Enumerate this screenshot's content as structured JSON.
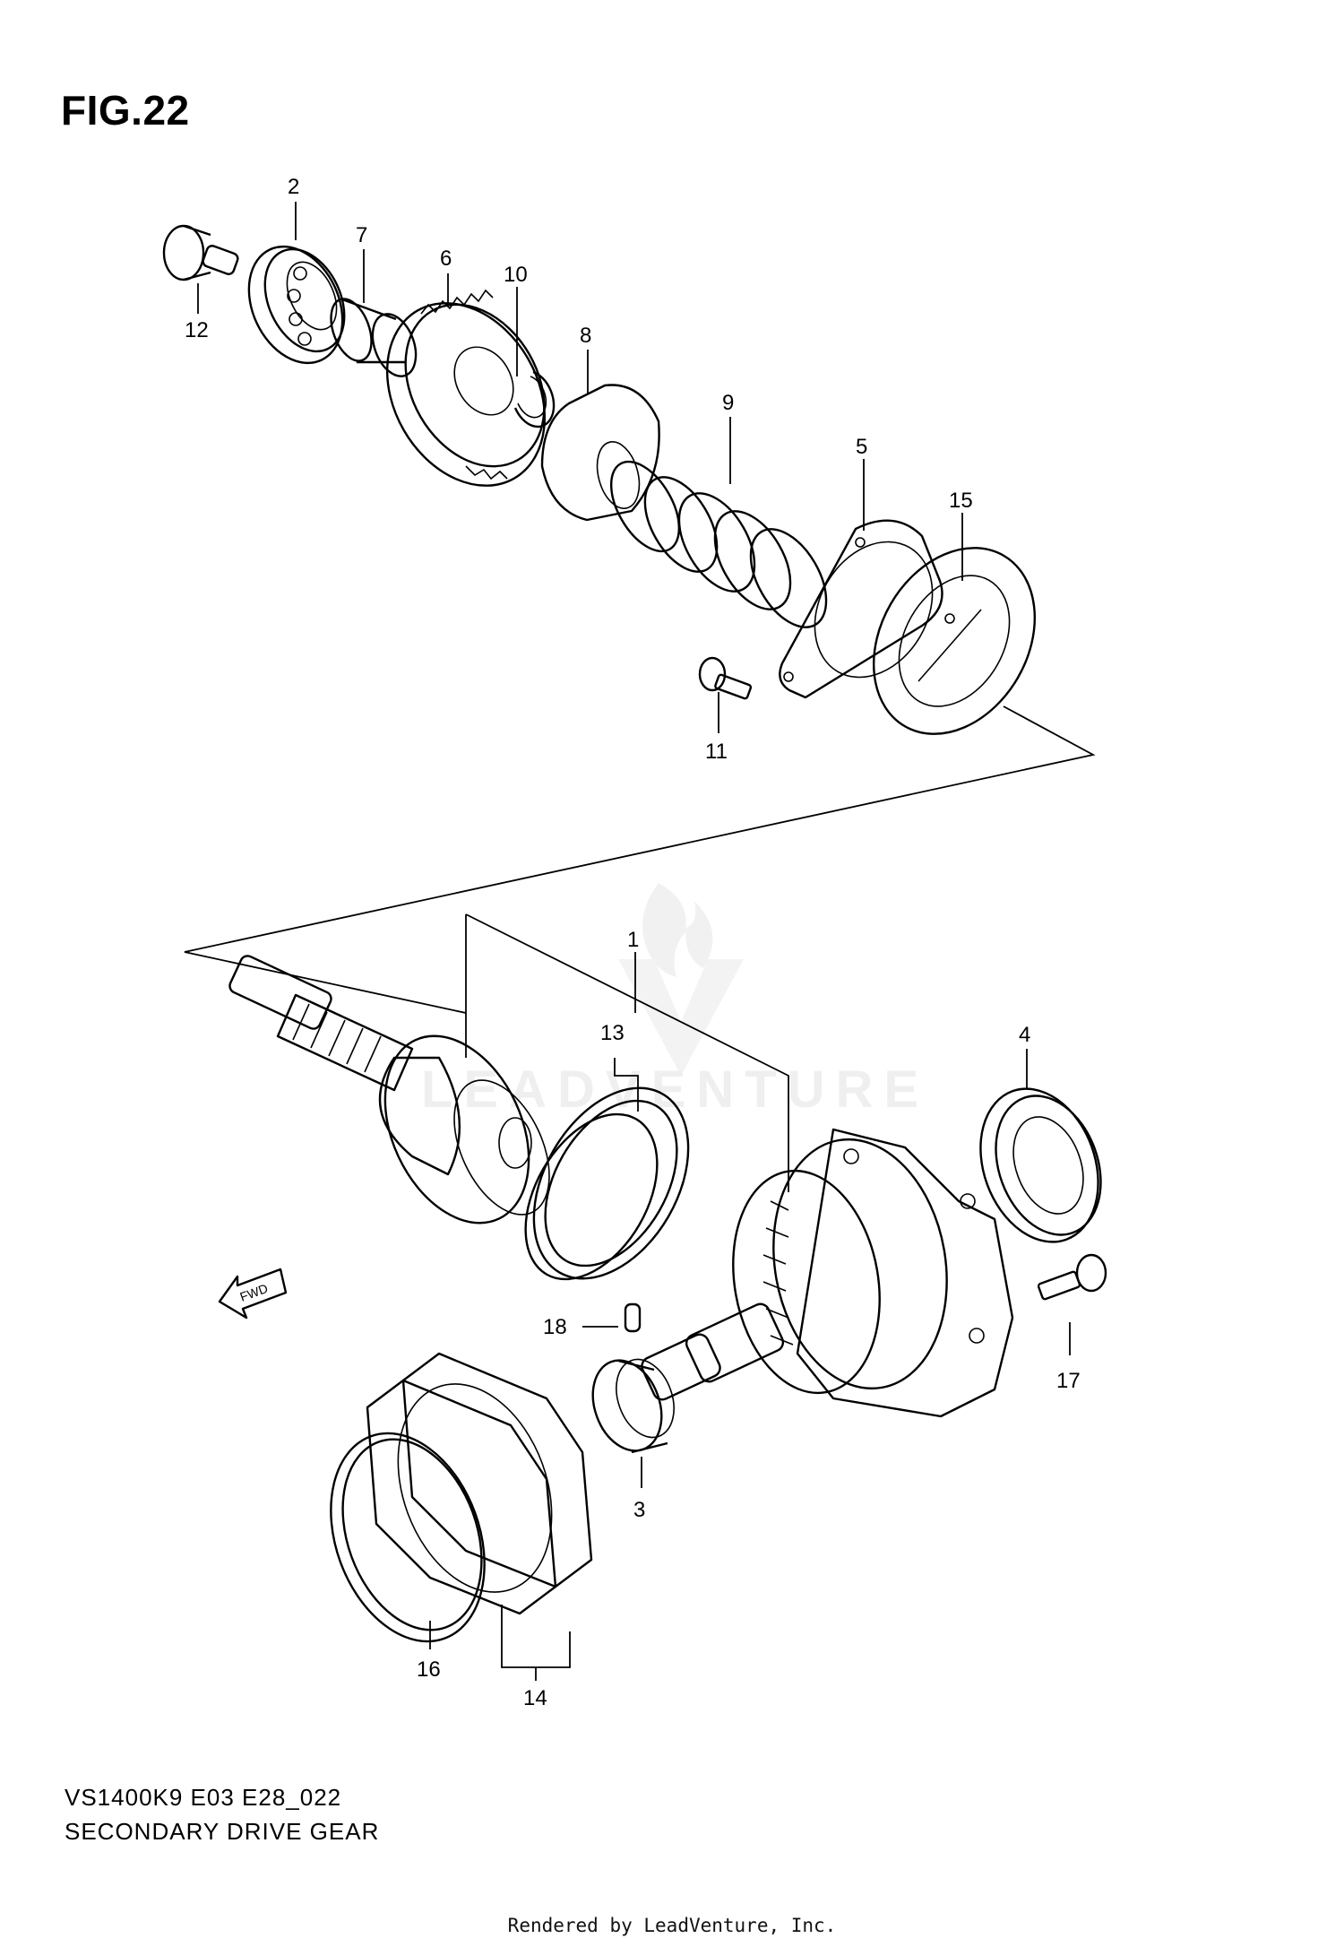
{
  "figure_title": "FIG.22",
  "model_code": "VS1400K9 E03 E28_022",
  "diagram_title": "SECONDARY DRIVE GEAR",
  "rendered_by": "Rendered by LeadVenture, Inc.",
  "watermark_text": "LEADVENTURE",
  "fwd_label": "FWD",
  "callouts": {
    "c1": "1",
    "c2": "2",
    "c3": "3",
    "c4": "4",
    "c5": "5",
    "c6": "6",
    "c7": "7",
    "c8": "8",
    "c9": "9",
    "c10": "10",
    "c11": "11",
    "c12": "12",
    "c13": "13",
    "c14": "14",
    "c15": "15",
    "c16": "16",
    "c17": "17",
    "c18": "18"
  },
  "colors": {
    "line": "#000000",
    "background": "#ffffff",
    "watermark": "#eeeeee"
  }
}
